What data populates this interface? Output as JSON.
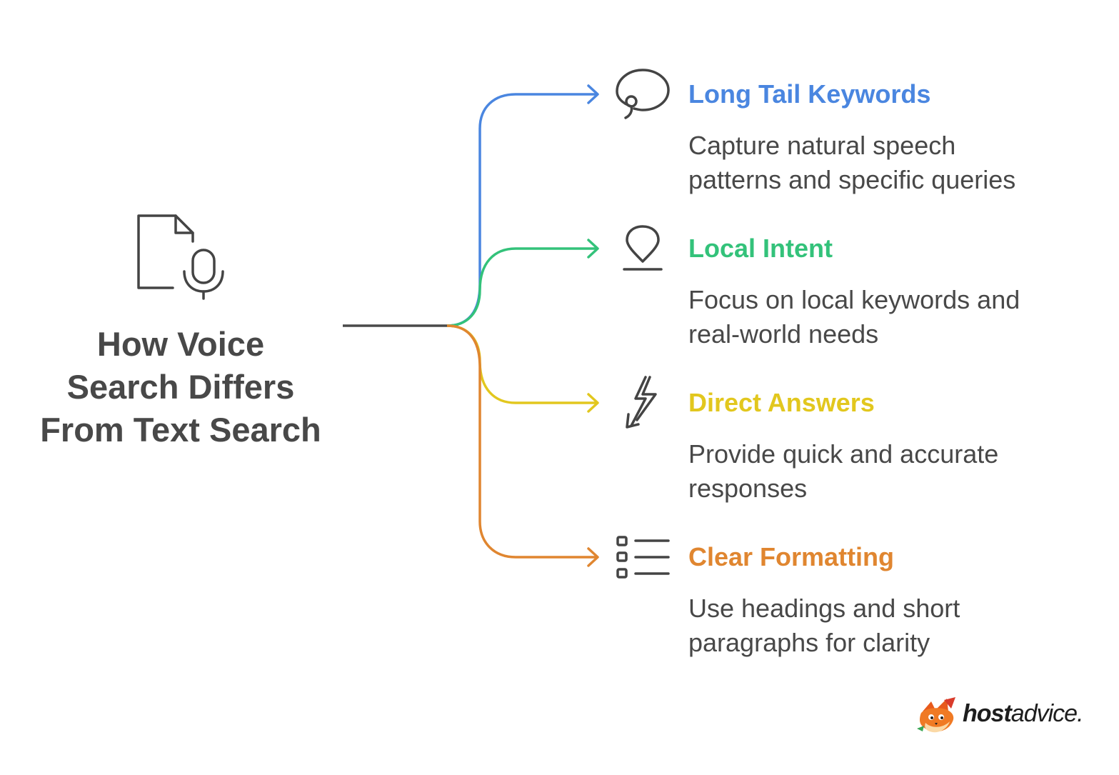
{
  "main": {
    "title_lines": [
      "How Voice",
      "Search Differs",
      "From Text Search"
    ],
    "icon": "document-microphone-icon"
  },
  "colors": {
    "trunk": "#4a4a4a",
    "text": "#484848",
    "icon_stroke": "#444444"
  },
  "branches": [
    {
      "title": "Long Tail Keywords",
      "description_lines": [
        "Capture natural speech",
        "patterns and specific queries"
      ],
      "color": "#4a86e0",
      "icon": "speech-bubble-icon"
    },
    {
      "title": "Local Intent",
      "description_lines": [
        "Focus on local keywords and",
        "real-world needs"
      ],
      "color": "#33c27a",
      "icon": "map-pin-icon"
    },
    {
      "title": "Direct Answers",
      "description_lines": [
        "Provide quick and accurate",
        "responses"
      ],
      "color": "#e2c71e",
      "icon": "lightning-bolt-icon"
    },
    {
      "title": "Clear Formatting",
      "description_lines": [
        "Use headings and short",
        "paragraphs for clarity"
      ],
      "color": "#e08630",
      "icon": "checklist-icon"
    }
  ],
  "brand": {
    "name_bold": "host",
    "name_regular": "advice.",
    "logo_icon": "fox-mascot-icon"
  }
}
